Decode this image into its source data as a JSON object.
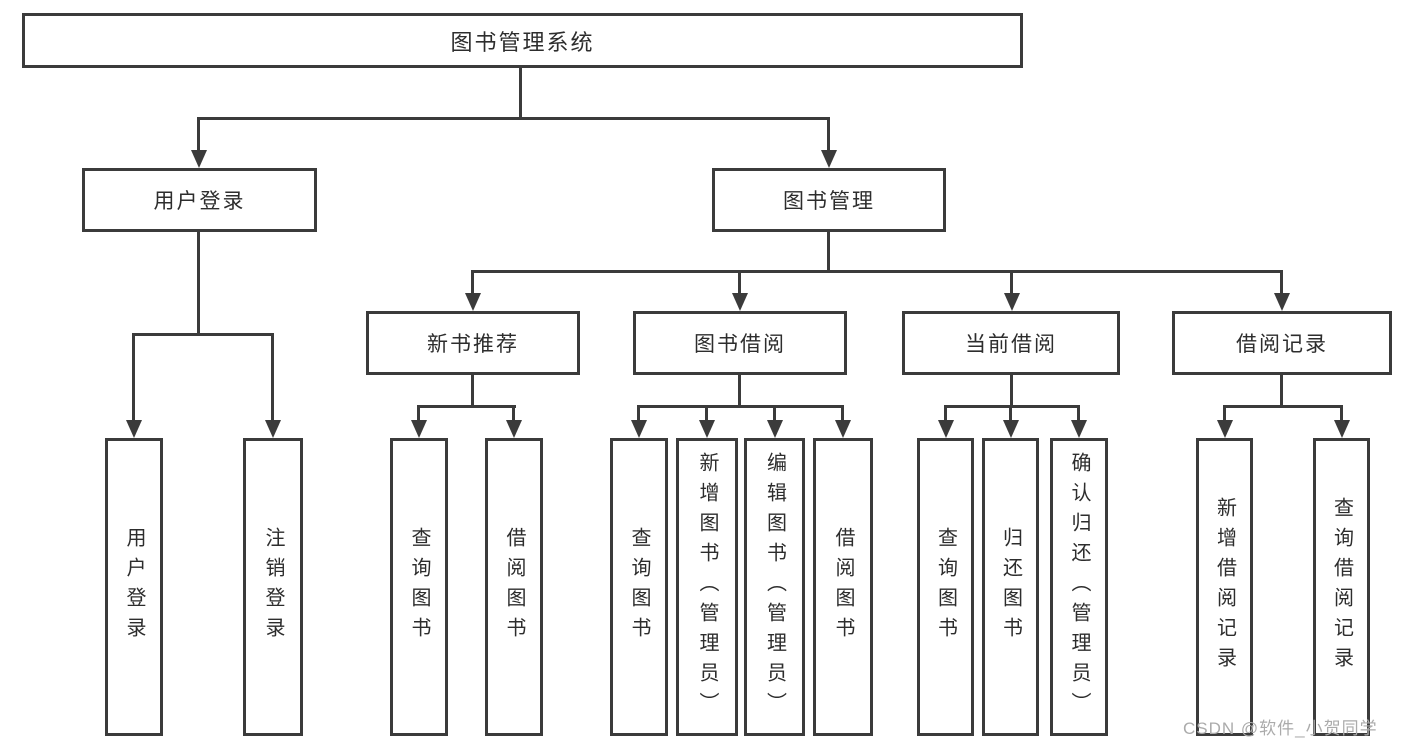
{
  "tree": {
    "root": "图书管理系统",
    "user_login": {
      "label": "用户登录",
      "children": [
        "用户登录",
        "注销登录"
      ]
    },
    "book_mgmt": {
      "label": "图书管理",
      "children": [
        {
          "label": "新书推荐",
          "children": [
            "查询图书",
            "借阅图书"
          ]
        },
        {
          "label": "图书借阅",
          "children": [
            "查询图书",
            "新增图书（管理员）",
            "编辑图书（管理员）",
            "借阅图书"
          ]
        },
        {
          "label": "当前借阅",
          "children": [
            "查询图书",
            "归还图书",
            "确认归还（管理员）"
          ]
        },
        {
          "label": "借阅记录",
          "children": [
            "新增借阅记录",
            "查询借阅记录"
          ]
        }
      ]
    }
  },
  "watermark": "CSDN @软件_小贺同学",
  "colors": {
    "line": "#3b3b3b",
    "text": "#2d2d2d",
    "watermark": "#ababab",
    "background": "#ffffff"
  }
}
